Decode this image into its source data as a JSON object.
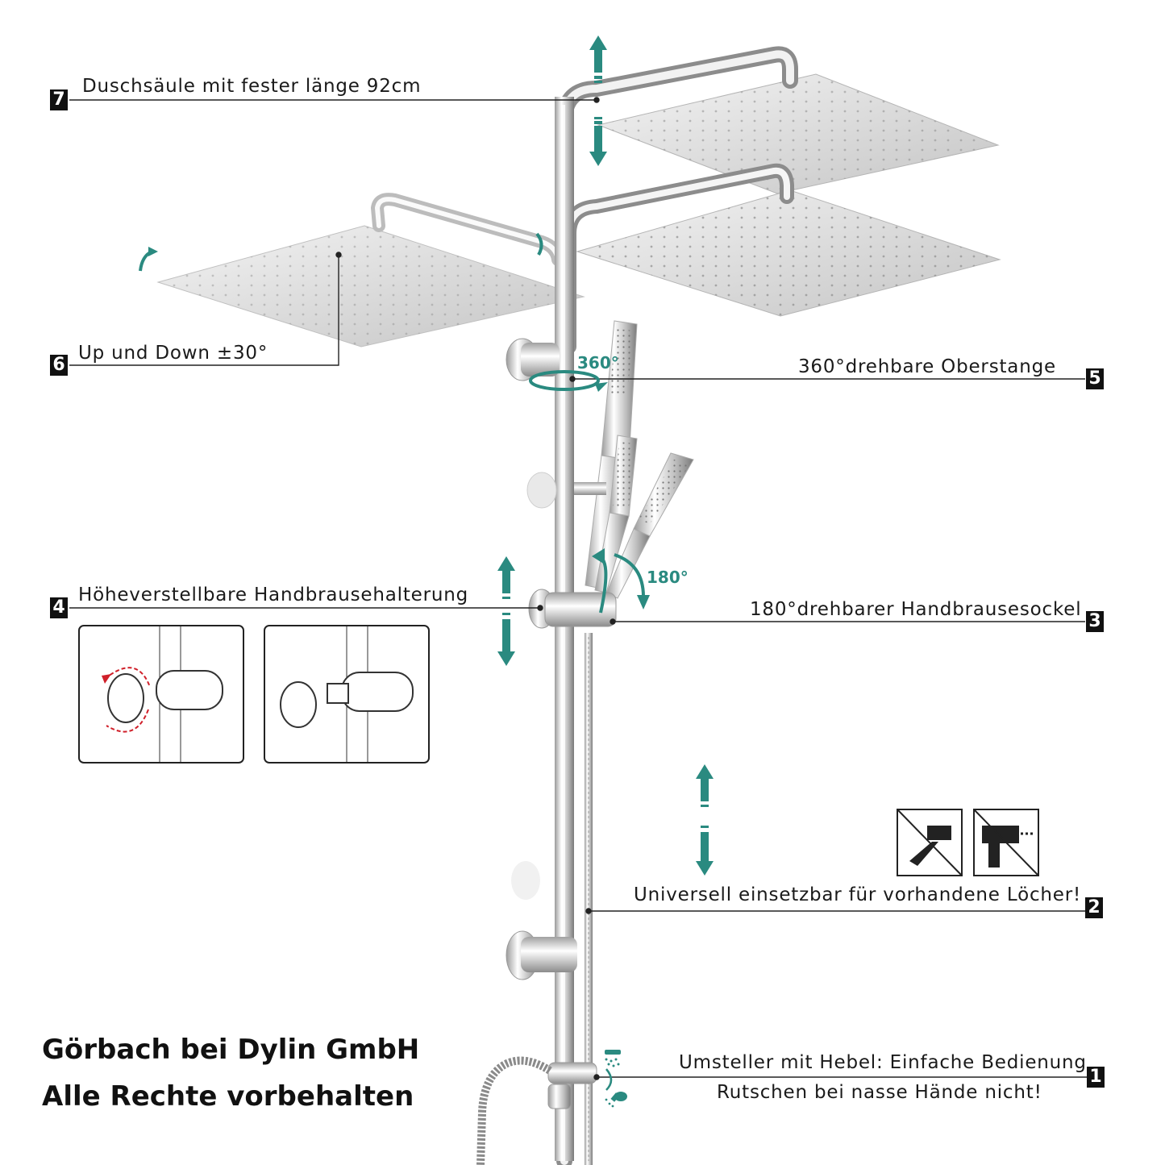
{
  "callouts": [
    {
      "number": "7",
      "text": "Duschsäule mit fester länge 92cm"
    },
    {
      "number": "6",
      "text": "Up und Down ±30°"
    },
    {
      "number": "5",
      "text": "360°drehbare Oberstange"
    },
    {
      "number": "4",
      "text": "Höheverstellbare Handbrausehalterung"
    },
    {
      "number": "3",
      "text": "180°drehbarer Handbrausesockel"
    },
    {
      "number": "2",
      "text": "Universell einsetzbar für vorhandene Löcher!"
    },
    {
      "number": "1",
      "text": "Umsteller mit Hebel: Einfache Bedienung",
      "text2": "Rutschen bei nasse Hände nicht!"
    }
  ],
  "angles": {
    "rotate_top": "360°",
    "rotate_base": "180°"
  },
  "brand": {
    "line1": "Görbach bei Dylin GmbH",
    "line2": "Alle Rechte vorbehalten"
  },
  "colors": {
    "accent": "#2a8a80",
    "chrome": "#c8c8c8",
    "label": "#111111",
    "warning_red": "#d0202a"
  },
  "icons": [
    "no-hammer-icon",
    "no-drill-icon",
    "shower-mode-icon",
    "hand-shower-mode-icon"
  ]
}
